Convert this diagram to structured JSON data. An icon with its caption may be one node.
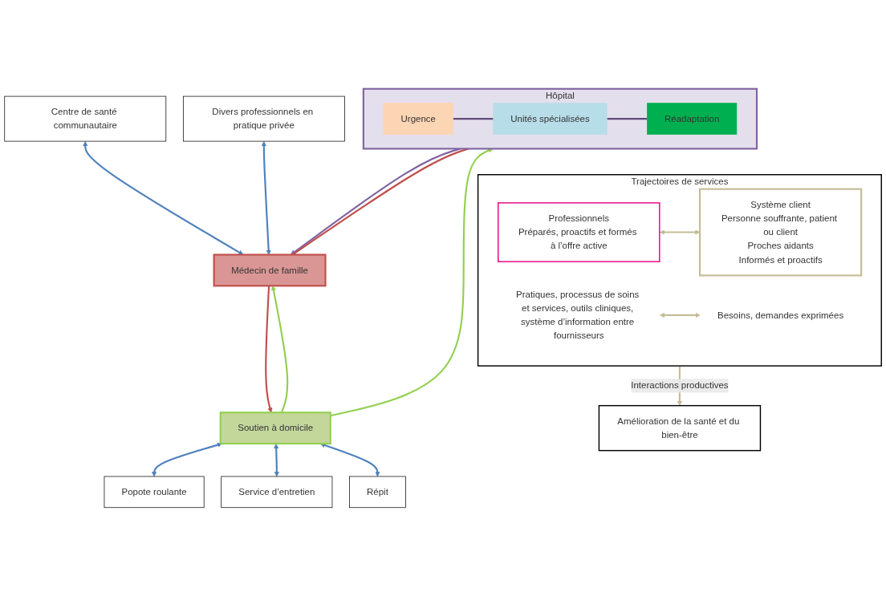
{
  "diagram": {
    "nodes": [
      {
        "text": [
          "Centre de santé communautaire"
        ]
      },
      {
        "text": [
          "Médecin de famille"
        ]
      },
      {
        "text": [
          "Hôpital"
        ]
      },
      {
        "text": [
          "Urgence"
        ],
        "in": 2
      },
      {
        "text": [
          "Unités spécialisées"
        ],
        "in": 2
      },
      {
        "text": [
          "Réadaptation"
        ],
        "in": 2
      },
      {
        "text": [
          "Soutien à domicile"
        ]
      },
      {
        "text": [
          "Popote roulante"
        ]
      },
      {
        "text": [
          "Service d’entretien"
        ]
      },
      {
        "text": [
          "Répit"
        ]
      },
      {
        "text": [
          "Divers professionnels en pratique privée"
        ]
      },
      {
        "text": [
          "Trajectoires de services"
        ]
      },
      {
        "text": [
          "Professionnels",
          "Préparés, proactifs et formés à l’offre active"
        ],
        "in": 11
      },
      {
        "text": [
          "Système client",
          "Personne souffrante, patient ou client",
          "Proches aidants",
          "Informés et proactifs"
        ],
        "in": 11
      },
      {
        "text": [
          "Pratiques, processus de soins et services, outils cliniques, système d’information entre fournisseurs"
        ],
        "in": 11
      },
      {
        "text": [
          "Besoins, demandes exprimées"
        ],
        "in": 11
      },
      {
        "text": [
          "Amélioration de la santé et du bien-être"
        ]
      }
    ],
    "edges": [
      {
        "from": 0,
        "to": 1,
        "arrow": "both"
      },
      {
        "from": 10,
        "to": 1,
        "arrow": "both"
      },
      {
        "from": 6,
        "to": 7,
        "arrow": "both"
      },
      {
        "from": 6,
        "to": 8,
        "arrow": "both"
      },
      {
        "from": 6,
        "to": 9,
        "arrow": "both"
      },
      {
        "from": 6,
        "to": 1,
        "arrow": "to",
        "color": "#92d050"
      },
      {
        "from": 1,
        "to": 6,
        "arrow": "to",
        "color": "#c0504d"
      },
      {
        "from": 2,
        "to": 1,
        "arrow": "to",
        "color": "#8064a2"
      },
      {
        "from": 1,
        "to": 2,
        "arrow": "none",
        "color": "#c0504d"
      },
      {
        "from": 6,
        "to": 2,
        "arrow": "to",
        "color": "#92d050"
      },
      {
        "from": 3,
        "to": 4,
        "arrow": "none",
        "color": "#604a7b"
      },
      {
        "from": 4,
        "to": 5,
        "arrow": "none",
        "color": "#604a7b"
      },
      {
        "from": 12,
        "to": 13,
        "arrow": "both",
        "color": "#c4bd97"
      },
      {
        "from": 14,
        "to": 15,
        "arrow": "both",
        "color": "#c4bd97"
      },
      {
        "from": 11,
        "to": 16,
        "arrow": "to",
        "label": "Interactions productives",
        "color": "#c4bd97"
      }
    ]
  }
}
